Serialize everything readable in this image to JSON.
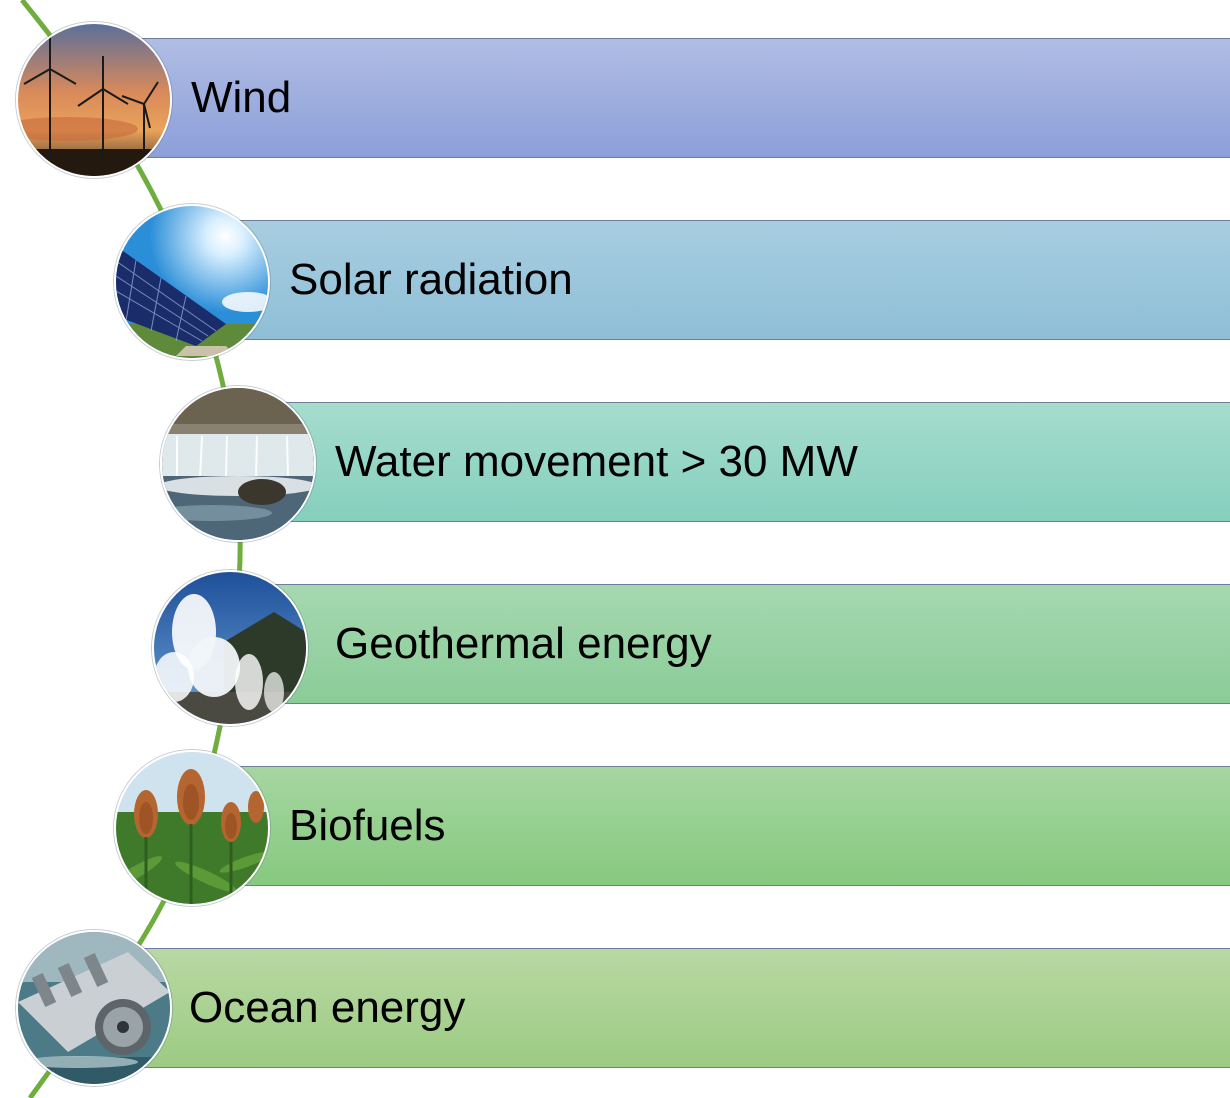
{
  "items": [
    {
      "label": "Wind",
      "icon": "wind-turbines-icon",
      "color_top": "#b0bde4",
      "color_bottom": "#8c9fd9"
    },
    {
      "label": "Solar radiation",
      "icon": "solar-panel-icon",
      "color_top": "#a8cde0",
      "color_bottom": "#8ebfd7"
    },
    {
      "label": "Water movement > 30 MW",
      "icon": "waterfall-icon",
      "color_top": "#a6dccd",
      "color_bottom": "#85cfbd"
    },
    {
      "label": "Geothermal energy",
      "icon": "geyser-steam-icon",
      "color_top": "#a6d8b0",
      "color_bottom": "#8acc98"
    },
    {
      "label": "Biofuels",
      "icon": "sorghum-crop-icon",
      "color_top": "#a6d6a0",
      "color_bottom": "#86c97f"
    },
    {
      "label": "Ocean energy",
      "icon": "tidal-turbine-icon",
      "color_top": "#b9d8a4",
      "color_bottom": "#9ccb82"
    }
  ],
  "connector_color": "#6fae3e"
}
